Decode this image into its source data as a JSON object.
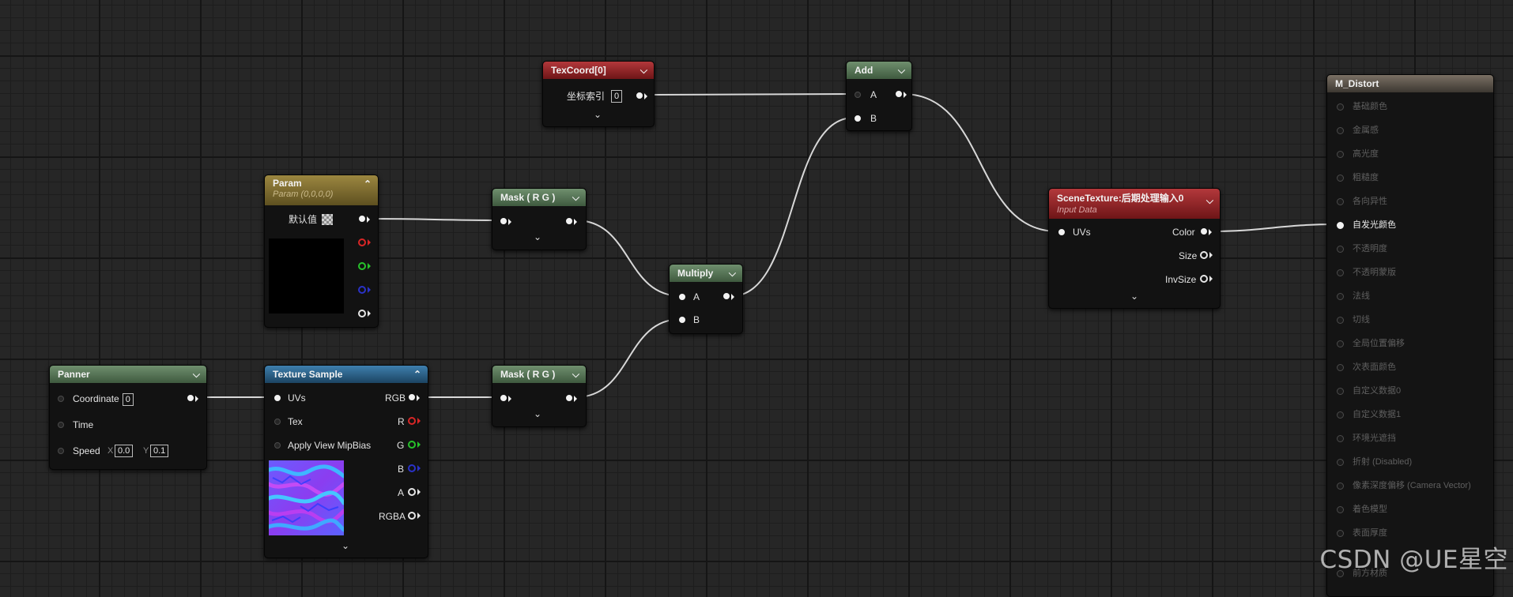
{
  "nodes": {
    "texcoord": {
      "title": "TexCoord[0]",
      "index_label": "坐标索引",
      "index_value": "0"
    },
    "add": {
      "title": "Add",
      "pin_a": "A",
      "pin_b": "B"
    },
    "param": {
      "title": "Param",
      "subtitle": "Param (0,0,0,0)",
      "default_label": "默认值"
    },
    "mask_top": {
      "title": "Mask ( R G )"
    },
    "mask_bottom": {
      "title": "Mask ( R G )"
    },
    "multiply": {
      "title": "Multiply",
      "pin_a": "A",
      "pin_b": "B"
    },
    "panner": {
      "title": "Panner",
      "coordinate_label": "Coordinate",
      "coordinate_value": "0",
      "time_label": "Time",
      "speed_label": "Speed",
      "speed_x_label": "X",
      "speed_x_value": "0.0",
      "speed_y_label": "Y",
      "speed_y_value": "0.1"
    },
    "texture_sample": {
      "title": "Texture Sample",
      "inputs": [
        "UVs",
        "Tex",
        "Apply View MipBias"
      ],
      "outputs": [
        "RGB",
        "R",
        "G",
        "B",
        "A",
        "RGBA"
      ]
    },
    "scene_texture": {
      "title": "SceneTexture:后期处理输入0",
      "subtitle": "Input Data",
      "input_uvs": "UVs",
      "outputs": [
        "Color",
        "Size",
        "InvSize"
      ]
    },
    "result": {
      "title": "M_Distort",
      "pins": [
        "基础颜色",
        "金属感",
        "高光度",
        "粗糙度",
        "各向异性",
        "自发光颜色",
        "不透明度",
        "不透明蒙版",
        "法线",
        "切线",
        "全局位置偏移",
        "次表面颜色",
        "自定义数据0",
        "自定义数据1",
        "环境光遮挡",
        "折射 (Disabled)",
        "像素深度偏移 (Camera Vector)",
        "着色模型",
        "表面厚度",
        "前方材质"
      ],
      "active_pin": "自发光颜色"
    }
  },
  "colors": {
    "graph_bg": "#262626",
    "header_green": "#5a7a59",
    "header_red": "#a12a2d",
    "header_gold": "#8a7633",
    "header_blue": "#2e6791",
    "header_result": "#6b6257",
    "pin_r": "#d92626",
    "pin_g": "#27c22b",
    "pin_b": "#2a32c8"
  },
  "watermark": "CSDN @UE星空"
}
